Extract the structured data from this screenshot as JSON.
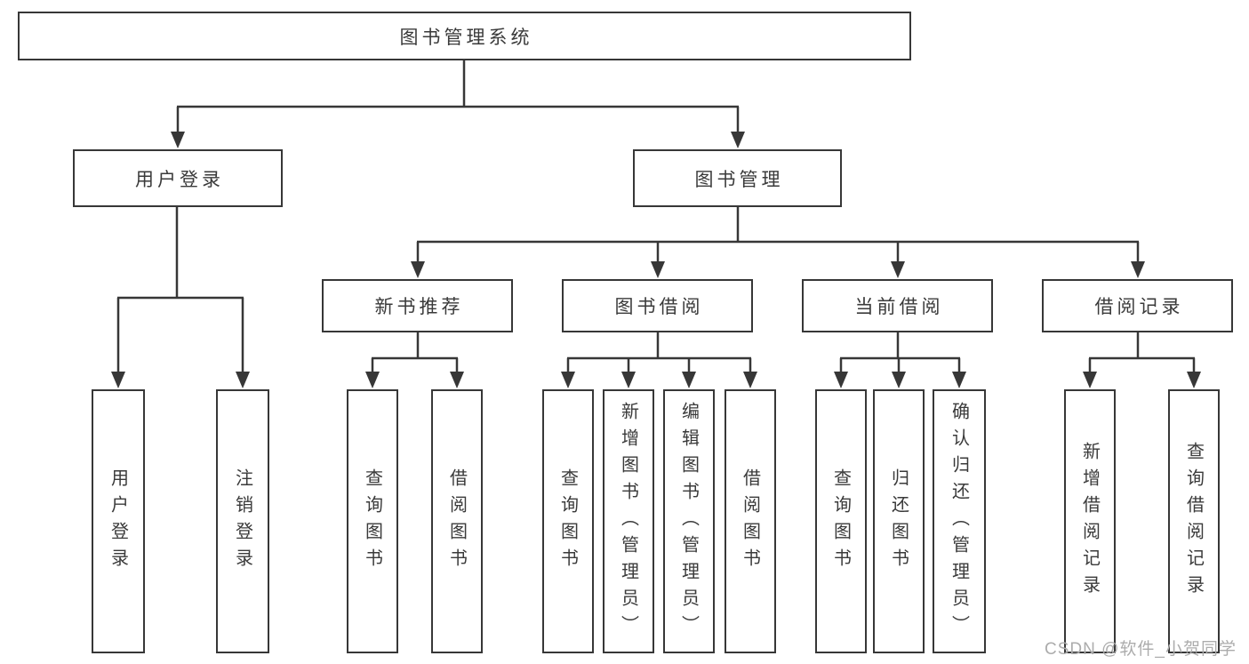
{
  "tree": {
    "label": "图书管理系统",
    "children": [
      {
        "label": "用户登录",
        "children": [
          {
            "label": "用户登录"
          },
          {
            "label": "注销登录"
          }
        ]
      },
      {
        "label": "图书管理",
        "children": [
          {
            "label": "新书推荐",
            "children": [
              {
                "label": "查询图书"
              },
              {
                "label": "借阅图书"
              }
            ]
          },
          {
            "label": "图书借阅",
            "children": [
              {
                "label": "查询图书"
              },
              {
                "label": "新增图书（管理员）"
              },
              {
                "label": "编辑图书（管理员）"
              },
              {
                "label": "借阅图书"
              }
            ]
          },
          {
            "label": "当前借阅",
            "children": [
              {
                "label": "查询图书"
              },
              {
                "label": "归还图书"
              },
              {
                "label": "确认归还（管理员）"
              }
            ]
          },
          {
            "label": "借阅记录",
            "children": [
              {
                "label": "新增借阅记录"
              },
              {
                "label": "查询借阅记录"
              }
            ]
          }
        ]
      }
    ]
  },
  "watermark": {
    "text": "CSDN @软件_小贺同学"
  },
  "colors": {
    "line": "#373737",
    "text": "#3a3a3a",
    "background": "#ffffff",
    "watermark": "#acacac"
  }
}
